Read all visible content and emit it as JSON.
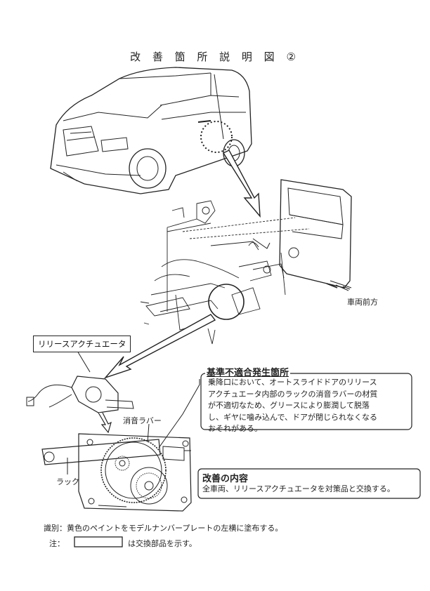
{
  "title": "改 善 箇 所 説 明 図 ②",
  "labels": {
    "vehicle_front": "車両前方",
    "release_actuator": "リリースアクチュエータ",
    "silencer_rubber": "消音ラバー",
    "rack": "ラック"
  },
  "cause": {
    "heading": "基準不適合発生箇所",
    "lines": [
      "乗降口において、オートスライドドアのリリース",
      "アクチュエータ内部のラックの消音ラバーの材質",
      "が不適切なため、グリースにより膨潤して脱落",
      "し、ギヤに噛み込んで、ドアが閉じられなくなる",
      "おそれがある。"
    ]
  },
  "improvement": {
    "heading": "改善の内容",
    "text": "全車両、リリースアクチュエータを対策品と交換する。"
  },
  "footer": {
    "identification": "識別：黄色のペイントをモデルナンバープレートの左横に塗布する。",
    "note_prefix": "注：",
    "note_suffix": "は交換部品を示す。"
  }
}
